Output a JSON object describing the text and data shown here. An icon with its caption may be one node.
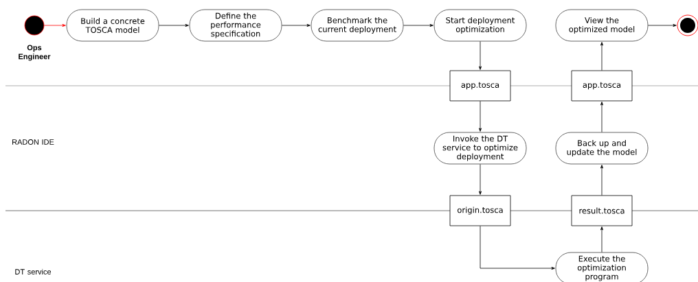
{
  "diagram": {
    "nodes": [
      {
        "text": [],
        "shape": "circle"
      },
      {
        "text": [
          "Build a concrete TOSCA model"
        ]
      },
      {
        "text": [
          "Define the performance specification"
        ]
      },
      {
        "text": [
          "Benchmark the current deployment"
        ]
      },
      {
        "text": [
          "Start deployment optimization"
        ]
      },
      {
        "text": [
          "View the optimized model"
        ]
      },
      {
        "text": [],
        "shape": "circle"
      },
      {
        "text": [
          "app.tosca"
        ]
      },
      {
        "text": [
          "app.tosca"
        ]
      },
      {
        "text": [
          "Invoke the DT service to optimize deployment"
        ]
      },
      {
        "text": [
          "Back up and update the model"
        ]
      },
      {
        "text": [
          "origin.tosca"
        ]
      },
      {
        "text": [
          "result.tosca"
        ]
      },
      {
        "text": [
          "Execute the optimization program"
        ]
      }
    ],
    "edges": [
      {
        "from": 0,
        "to": 1,
        "arrow": "to",
        "color": "#ff0000"
      },
      {
        "from": 1,
        "to": 2,
        "arrow": "to"
      },
      {
        "from": 2,
        "to": 3,
        "arrow": "to"
      },
      {
        "from": 3,
        "to": 4,
        "arrow": "to"
      },
      {
        "from": 4,
        "to": 7,
        "arrow": "to"
      },
      {
        "from": 7,
        "to": 9,
        "arrow": "to"
      },
      {
        "from": 9,
        "to": 11,
        "arrow": "to"
      },
      {
        "from": 11,
        "to": 13,
        "arrow": "to"
      },
      {
        "from": 13,
        "to": 12,
        "arrow": "to"
      },
      {
        "from": 12,
        "to": 10,
        "arrow": "to"
      },
      {
        "from": 10,
        "to": 8,
        "arrow": "to"
      },
      {
        "from": 8,
        "to": 5,
        "arrow": "to"
      },
      {
        "from": 5,
        "to": 6,
        "arrow": "to"
      }
    ],
    "labels": [
      "Ops Engineer",
      "RADON IDE",
      "DT service"
    ]
  }
}
